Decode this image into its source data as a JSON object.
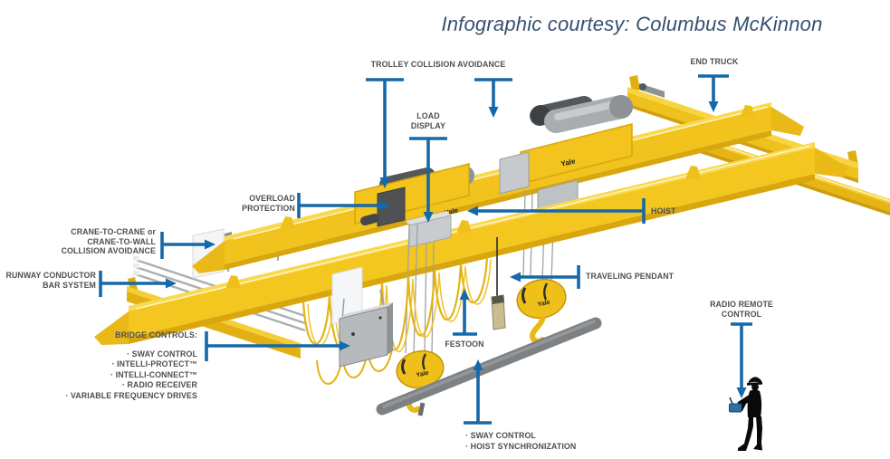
{
  "title": "Infographic courtesy: Columbus McKinnon",
  "brand": "Yale",
  "colors": {
    "arrow_blue": "#1568A9",
    "label_gray": "#4D4E50",
    "title_blue": "#35506F",
    "crane_yellow": "#F2C41D",
    "machinery_gray": "#ABAFB2",
    "load_bar_gray": "#7E8184",
    "remote_blue": "#2D6FA8"
  },
  "labels": {
    "trolley_collision_avoidance": {
      "text": "TROLLEY COLLISION AVOIDANCE"
    },
    "end_truck": {
      "text": "END TRUCK"
    },
    "load_display": {
      "lines": [
        "LOAD",
        "DISPLAY"
      ]
    },
    "overload_protection": {
      "lines": [
        "OVERLOAD",
        "PROTECTION"
      ]
    },
    "hoist": {
      "text": "HOIST"
    },
    "crane_collision_avoidance": {
      "lines": [
        "CRANE-TO-CRANE or",
        "CRANE-TO-WALL",
        "COLLISION AVOIDANCE"
      ]
    },
    "runway_conductor": {
      "lines": [
        "RUNWAY CONDUCTOR",
        "BAR SYSTEM"
      ]
    },
    "traveling_pendant": {
      "text": "TRAVELING PENDANT"
    },
    "bridge_controls": {
      "heading": "BRIDGE CONTROLS:",
      "items": [
        "· SWAY CONTROL",
        "· INTELLI-PROTECT™",
        "· INTELLI-CONNECT™",
        "· RADIO RECEIVER",
        "· VARIABLE FREQUENCY DRIVES"
      ]
    },
    "festoon": {
      "text": "FESTOON"
    },
    "sway_hoist_sync": {
      "items": [
        "· SWAY CONTROL",
        "· HOIST SYNCHRONIZATION"
      ]
    },
    "radio_remote_control": {
      "lines": [
        "RADIO REMOTE",
        "CONTROL"
      ]
    }
  }
}
